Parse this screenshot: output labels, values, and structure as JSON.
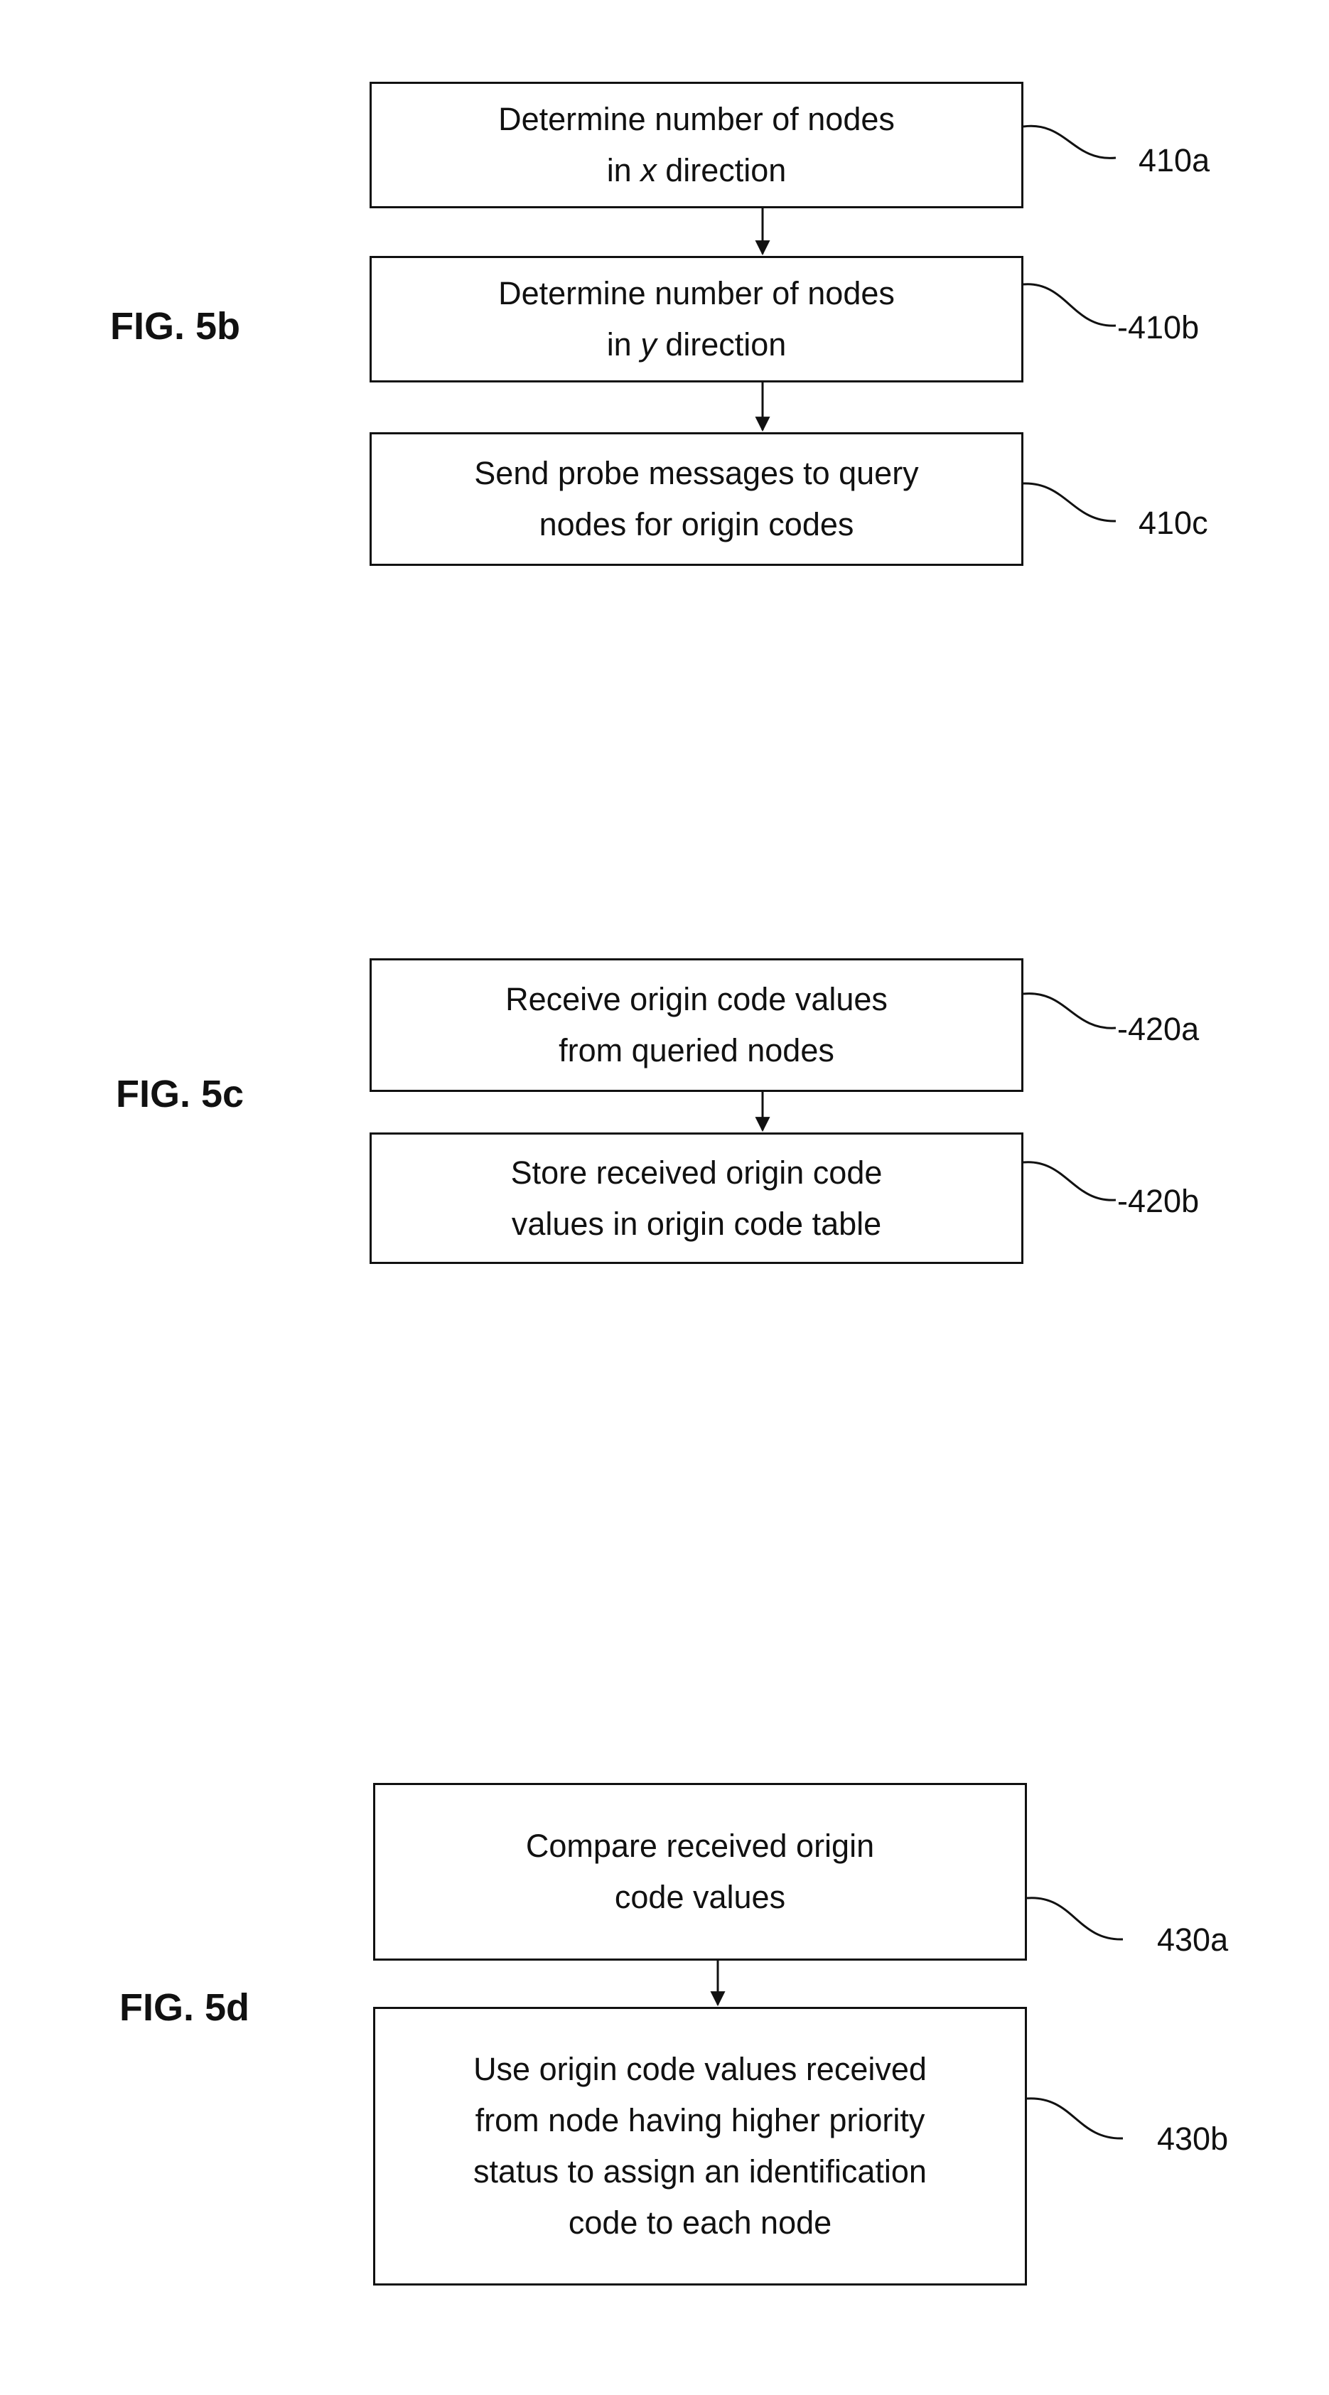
{
  "figures": [
    {
      "label": "FIG. 5b",
      "steps": [
        {
          "lines": [
            "Determine number of nodes",
            "in x direction"
          ],
          "ref": "410a"
        },
        {
          "lines": [
            "Determine number of nodes",
            "in y direction"
          ],
          "ref": "-410b"
        },
        {
          "lines": [
            "Send probe messages to query",
            "nodes for origin codes"
          ],
          "ref": "410c"
        }
      ]
    },
    {
      "label": "FIG. 5c",
      "steps": [
        {
          "lines": [
            "Receive origin code values",
            "from queried nodes"
          ],
          "ref": "-420a"
        },
        {
          "lines": [
            "Store received origin code",
            "values in origin code table"
          ],
          "ref": "-420b"
        }
      ]
    },
    {
      "label": "FIG. 5d",
      "steps": [
        {
          "lines": [
            "Compare received origin",
            "code values"
          ],
          "ref": "430a"
        },
        {
          "lines": [
            "Use origin code values received",
            "from node having higher priority",
            "status to assign an identification",
            "code to each node"
          ],
          "ref": "430b"
        }
      ]
    }
  ]
}
